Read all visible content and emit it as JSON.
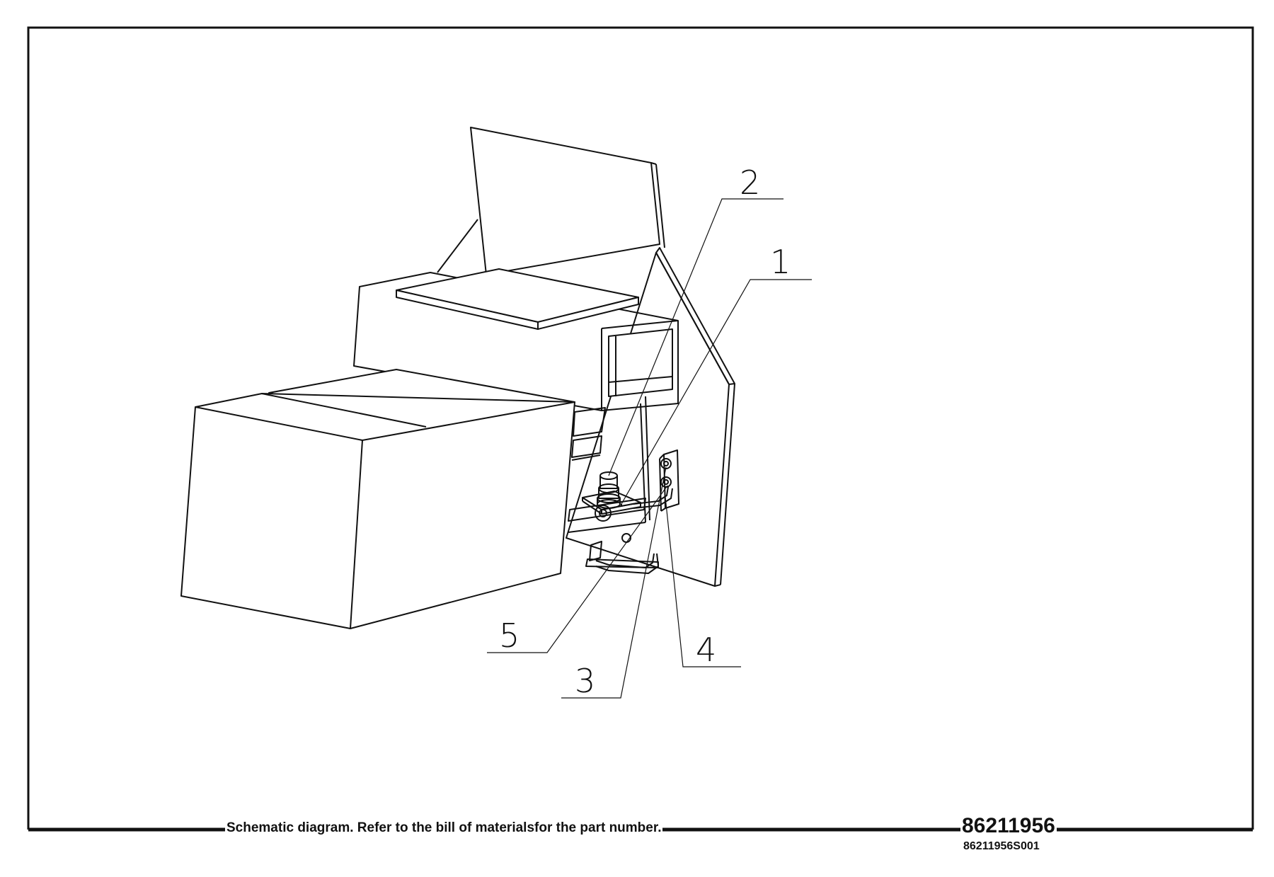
{
  "callouts": [
    {
      "label": "1"
    },
    {
      "label": "2"
    },
    {
      "label": "3"
    },
    {
      "label": "4"
    },
    {
      "label": "5"
    }
  ],
  "footer": {
    "note": "Schematic diagram. Refer to the bill of materialsfor the part number.",
    "document_number": "86211956",
    "sheet_id": "86211956S001"
  },
  "colors": {
    "line": "#111111",
    "background": "#ffffff"
  }
}
